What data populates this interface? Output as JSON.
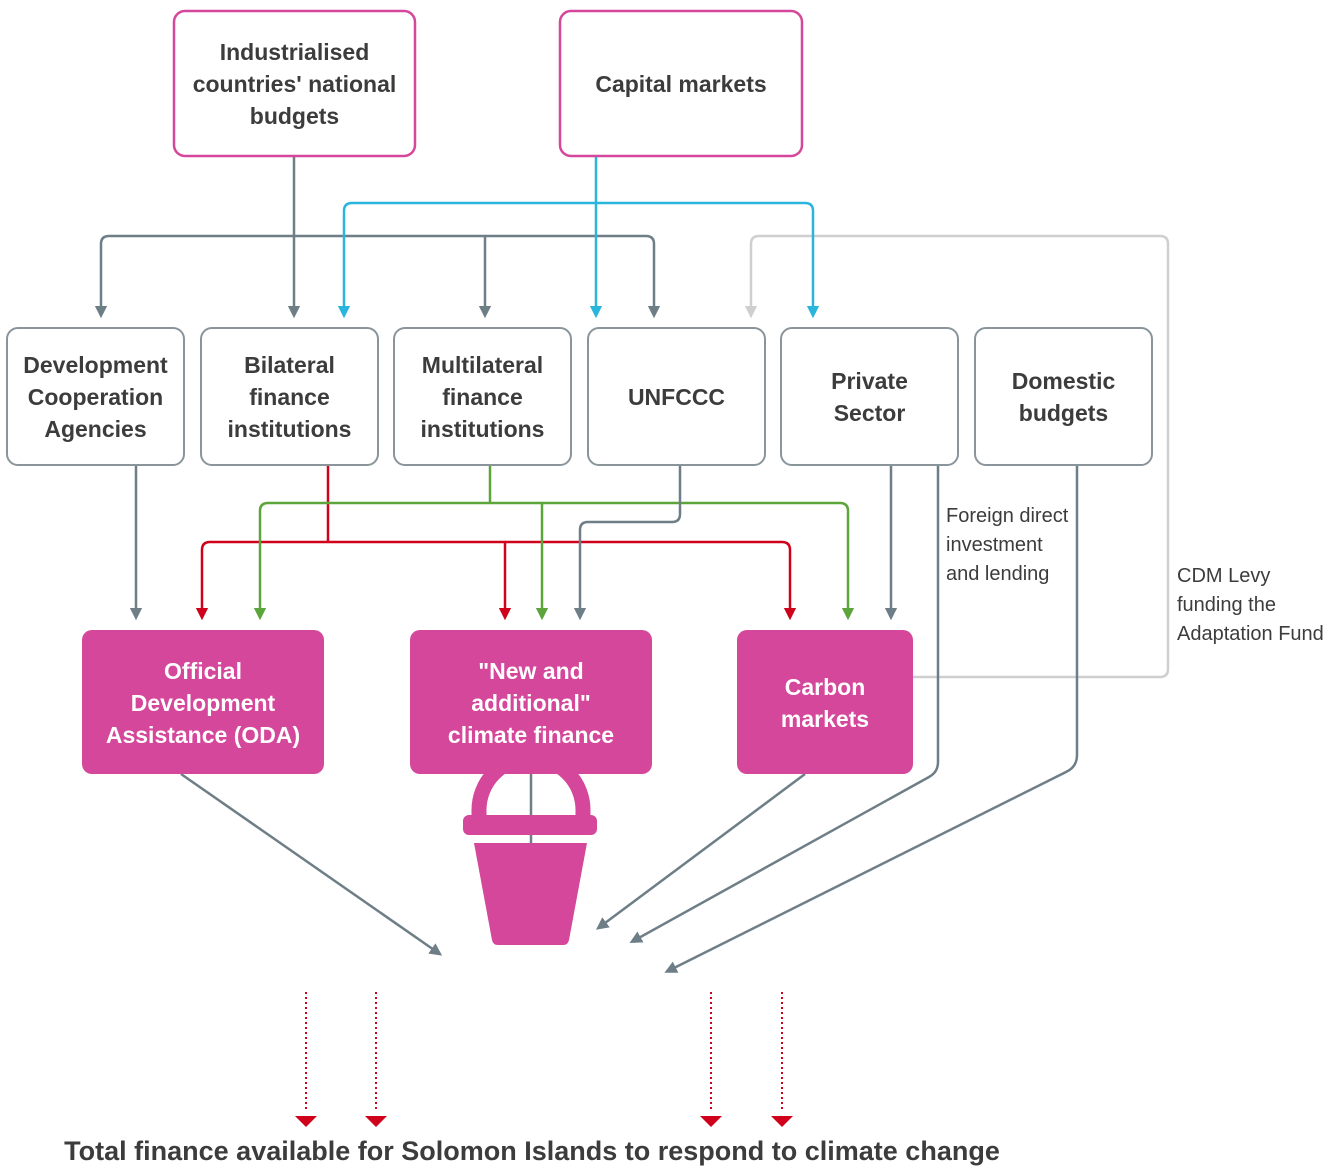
{
  "colors": {
    "pink": "#d4479a",
    "grey": "#6e7e87",
    "blue": "#2ab5dd",
    "green": "#5ca53a",
    "red": "#d0021b",
    "light_grey": "#cfcfcf",
    "text": "#3c3c3c"
  },
  "sources": {
    "industrialised": [
      "Industrialised",
      "countries' national",
      "budgets"
    ],
    "capital": [
      "Capital markets"
    ]
  },
  "channels": {
    "dca": [
      "Development",
      "Cooperation",
      "Agencies"
    ],
    "bilateral": [
      "Bilateral",
      "finance",
      "institutions"
    ],
    "multilateral": [
      "Multilateral",
      "finance",
      "institutions"
    ],
    "unfccc": [
      "UNFCCC"
    ],
    "private": [
      "Private",
      "Sector"
    ],
    "domestic": [
      "Domestic",
      "budgets"
    ]
  },
  "outcomes": {
    "oda": [
      "Official",
      "Development",
      "Assistance (ODA)"
    ],
    "new": [
      "\"New and",
      "additional\"",
      "climate finance"
    ],
    "carbon": [
      "Carbon",
      "markets"
    ]
  },
  "notes": {
    "fdi": [
      "Foreign direct",
      "investment",
      "and lending"
    ],
    "cdm": [
      "CDM Levy",
      "funding the",
      "Adaptation Fund"
    ]
  },
  "icons": {
    "bucket": "bucket-icon"
  },
  "caption": "Total finance available for Solomon Islands to respond to climate change"
}
